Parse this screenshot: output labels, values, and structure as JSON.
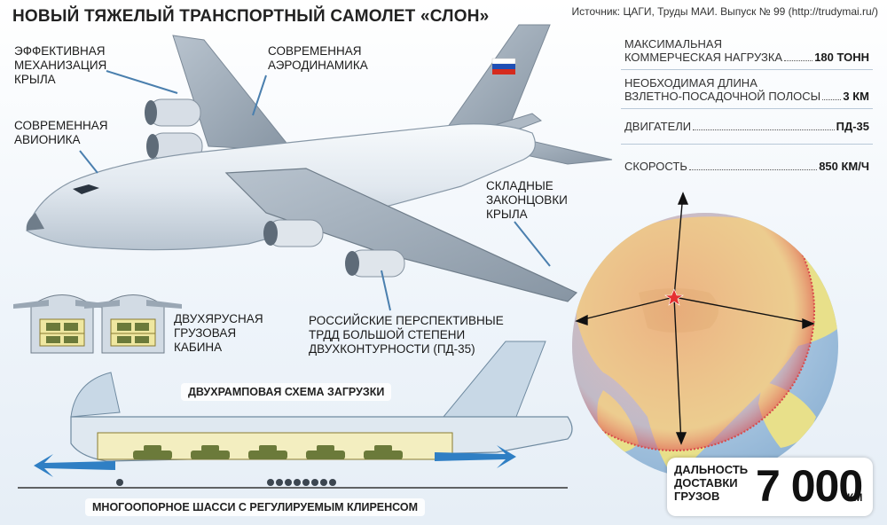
{
  "header": {
    "title": "НОВЫЙ ТЯЖЕЛЫЙ ТРАНСПОРТНЫЙ САМОЛЕТ «СЛОН»",
    "source": "Источник: ЦАГИ, Труды МАИ. Выпуск № 99 (http://trudymai.ru/)"
  },
  "callouts": {
    "wing_mech": [
      "ЭФФЕКТИВНАЯ",
      "МЕХАНИЗАЦИЯ",
      "КРЫЛА"
    ],
    "aerodynamics": [
      "СОВРЕМЕННАЯ",
      "АЭРОДИНАМИКА"
    ],
    "avionics": [
      "СОВРЕМЕННАЯ",
      "АВИОНИКА"
    ],
    "folding_tips": [
      "СКЛАДНЫЕ",
      "ЗАКОНЦОВКИ",
      "КРЫЛА"
    ],
    "engines": [
      "РОССИЙСКИЕ ПЕРСПЕКТИВНЫЕ",
      "ТРДД БОЛЬШОЙ СТЕПЕНИ",
      "ДВУХКОНТУРНОСТИ (ПД-35)"
    ],
    "double_deck": [
      "ДВУХЯРУСНАЯ",
      "ГРУЗОВАЯ",
      "КАБИНА"
    ],
    "double_ramp": "ДВУХРАМПОВАЯ СХЕМА ЗАГРУЗКИ",
    "chassis": "МНОГООПОРНОЕ ШАССИ С РЕГУЛИРУЕМЫМ КЛИРЕНСОМ"
  },
  "specs": {
    "payload_label": [
      "МАКСИМАЛЬНАЯ",
      "КОММЕРЧЕСКАЯ НАГРУЗКА"
    ],
    "payload_value": "180 ТОНН",
    "runway_label": [
      "НЕОБХОДИМАЯ ДЛИНА",
      "ВЗЛЕТНО-ПОСАДОЧНОЙ ПОЛОСЫ"
    ],
    "runway_value": "3 КМ",
    "engines_label": "ДВИГАТЕЛИ",
    "engines_value": "ПД-35",
    "speed_label": "СКОРОСТЬ",
    "speed_value": "850 КМ/Ч"
  },
  "range": {
    "label": [
      "ДАЛЬНОСТЬ",
      "ДОСТАВКИ",
      "ГРУЗОВ"
    ],
    "value": "7 000",
    "unit": "КМ"
  },
  "colors": {
    "fuselage": "#e4ebf2",
    "wing": "#9aa7b4",
    "ocean": "#a9c9e6",
    "land": "#e8e08a",
    "range_zone": "#e86a6a",
    "arrow_blue": "#2f7fc4"
  }
}
